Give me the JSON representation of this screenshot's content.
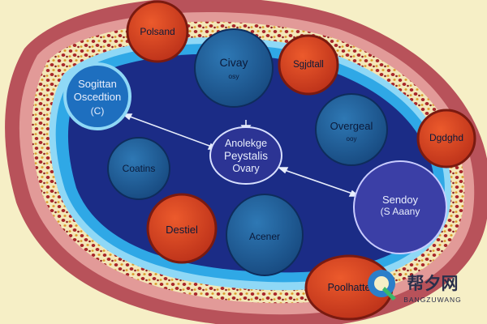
{
  "palette": {
    "background": "#f6efc6",
    "outer_band": "#b8525a",
    "outer_band_light": "#e29a98",
    "cream_layer": "#f3e7b8",
    "granule_red": "#a8262a",
    "granule_gold": "#d99a2a",
    "cyan_ring": "#2fa8e6",
    "cyan_light": "#8fd8f6",
    "interior": "#1b2c86",
    "blue_cell": "#1f5f96",
    "cell_stroke": "#0e2c5c",
    "red_cell": "#d83d20",
    "red_cell_stroke": "#7a1a10",
    "violet_cell": "#3b3fa6",
    "center_cell": "#2c3494",
    "label_dark": "#0b1a3a",
    "label_light": "#e8eefc",
    "watermark_text": "#2a2f4a",
    "watermark_logo": "#2b7ec9",
    "watermark_logo_accent": "#38b86a"
  },
  "cells": {
    "top_left_red": "Polsand",
    "top_center_blue": {
      "title": "Civay",
      "sub": "osy"
    },
    "top_right_red": "Sgjdtall",
    "left_blue": {
      "line1": "Sogittan",
      "line2": "Oscedtion",
      "line3": "(C)"
    },
    "right_upper_blue": {
      "title": "Overgeal",
      "sub": "ooy"
    },
    "far_right_red": "Dgdghd",
    "left_mid_blue": "Coatins",
    "center": {
      "line1": "Anolekge",
      "line2": "Peystalis",
      "line3": "Ovary"
    },
    "right_violet": {
      "title": "Sendoy",
      "sub": "(S Aaany"
    },
    "bottom_left_red": "Destiel",
    "bottom_center_blue": "Acener",
    "bottom_red": "Poolhatte"
  },
  "watermark": {
    "cn_text": "帮夕网",
    "latin_text": "BANGZUWANG"
  }
}
